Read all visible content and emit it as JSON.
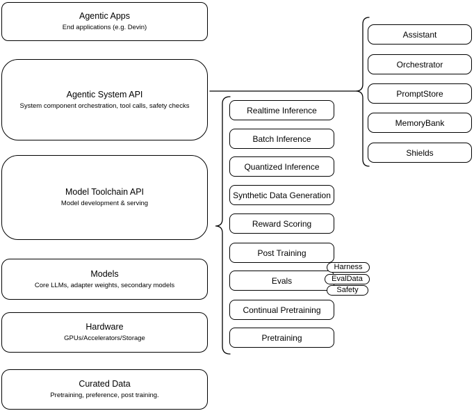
{
  "colors": {
    "stroke": "#000000",
    "background": "#ffffff",
    "text": "#000000"
  },
  "left_stack": [
    {
      "title": "Agentic Apps",
      "subtitle": "End applications (e.g. Devin)"
    },
    {
      "title": "Agentic System API",
      "subtitle": "System component orchestration, tool calls, safety checks"
    },
    {
      "title": "Model Toolchain API",
      "subtitle": "Model development & serving"
    },
    {
      "title": "Models",
      "subtitle": "Core LLMs, adapter weights, secondary models"
    },
    {
      "title": "Hardware",
      "subtitle": "GPUs/Accelerators/Storage"
    },
    {
      "title": "Curated Data",
      "subtitle": "Pretraining, preference, post training."
    }
  ],
  "toolchain_items": [
    "Realtime Inference",
    "Batch Inference",
    "Quantized Inference",
    "Synthetic Data Generation",
    "Reward Scoring",
    "Post Training",
    "Evals",
    "Continual Pretraining",
    "Pretraining"
  ],
  "evals_tags": [
    "Harness",
    "EvalData",
    "Safety"
  ],
  "system_components": [
    "Assistant",
    "Orchestrator",
    "PromptStore",
    "MemoryBank",
    "Shields"
  ]
}
